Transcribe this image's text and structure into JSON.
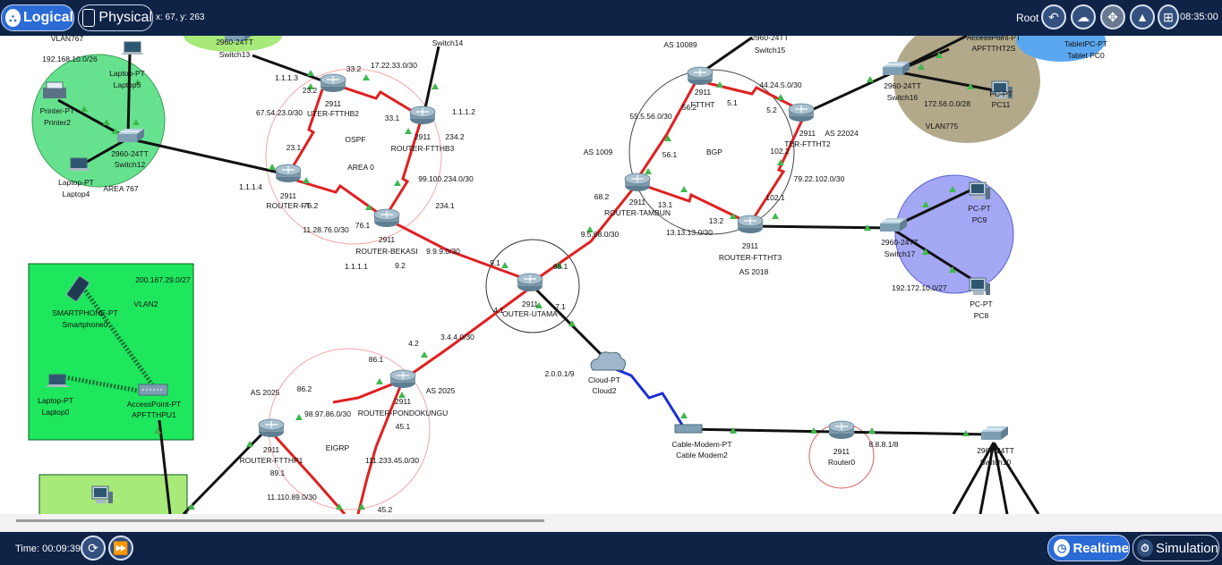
{
  "topbar": {
    "logical_label": "Logical",
    "physical_label": "Physical",
    "coords": "x: 67, y: 263",
    "root_label": "Root",
    "clock": "08:35:00"
  },
  "bottombar": {
    "time_label": "Time: 00:09:39",
    "realtime_label": "Realtime",
    "simulation_label": "Simulation"
  },
  "topology": {
    "devices": [
      {
        "id": "fitb2",
        "model": "2911",
        "name": "UTER-FTTHB2"
      },
      {
        "id": "fitb3",
        "model": "2911",
        "name": "ROUTER-FTTHB3"
      },
      {
        "id": "ft",
        "model": "2911",
        "name": "ROUTER-FT"
      },
      {
        "id": "bekasi",
        "model": "2911",
        "name": "ROUTER-BEKASI"
      },
      {
        "id": "utama",
        "model": "2911",
        "name": "OUTER-UTAMA"
      },
      {
        "id": "tamb",
        "model": "2911",
        "name": "ROUTER-TAMBUN"
      },
      {
        "id": "ftht1",
        "model": "2911",
        "name": "FTTHT"
      },
      {
        "id": "ftht2",
        "model": "2911",
        "name": "TER-FTTHT2"
      },
      {
        "id": "ftht3",
        "model": "2911",
        "name": "ROUTER-FTTHT3"
      },
      {
        "id": "pondok",
        "model": "2911",
        "name": "ROUTER-PONDOKUNGU"
      },
      {
        "id": "ftthp1",
        "model": "2911",
        "name": "ROUTER-FTTHP1"
      },
      {
        "id": "r0",
        "model": "2911",
        "name": "Router0"
      }
    ],
    "switches": [
      {
        "id": "sw12",
        "model": "2960-24TT",
        "name": "Switch12"
      },
      {
        "id": "sw13",
        "model": "2960-24TT",
        "name": "Switch13"
      },
      {
        "id": "sw14",
        "model": "",
        "name": "Switch14"
      },
      {
        "id": "sw15",
        "model": "2960-24TT",
        "name": "Switch15"
      },
      {
        "id": "sw16",
        "model": "2960-24TT",
        "name": "Switch16"
      },
      {
        "id": "sw17",
        "model": "2960-24TT",
        "name": "Switch17"
      },
      {
        "id": "sw10",
        "model": "2960-24TT",
        "name": "Switch10"
      }
    ],
    "endpoints": [
      {
        "id": "lap5",
        "type": "Laptop-PT",
        "name": "Laptop5"
      },
      {
        "id": "prn2",
        "type": "Printer-PT",
        "name": "Printer2"
      },
      {
        "id": "lap4",
        "type": "Laptop-PT",
        "name": "Laptop4"
      },
      {
        "id": "pc11",
        "type": "PC-PT",
        "name": "PC11"
      },
      {
        "id": "tab0",
        "type": "TabletPC-PT",
        "name": "Tablet PC0"
      },
      {
        "id": "ap3",
        "type": "AccessPoint-PT",
        "name": "APFTTHT2S"
      },
      {
        "id": "pc9",
        "type": "PC-PT",
        "name": "PC9"
      },
      {
        "id": "pc8",
        "type": "PC-PT",
        "name": "PC8"
      },
      {
        "id": "sp0",
        "type": "SMARTPHONE-PT",
        "name": "Smartphone0"
      },
      {
        "id": "lap0",
        "type": "Laptop-PT",
        "name": "Laptop0"
      },
      {
        "id": "ap1",
        "type": "AccessPoint-PT",
        "name": "APFTTHPU1"
      },
      {
        "id": "cloud",
        "type": "Cloud-PT",
        "name": "Cloud2"
      },
      {
        "id": "modem",
        "type": "Cable-Modem-PT",
        "name": "Cable Modem2"
      }
    ],
    "areas": [
      {
        "id": "vlan767",
        "text": "VLAN767"
      },
      {
        "id": "net767",
        "text": "192.168.10.0/26"
      },
      {
        "id": "area767",
        "text": "AREA 767"
      },
      {
        "id": "net775",
        "text": "172.56.0.0/28"
      },
      {
        "id": "vlan775",
        "text": "VLAN775"
      },
      {
        "id": "net200",
        "text": "200.167.29.0/27"
      },
      {
        "id": "vlan2",
        "text": "VLAN2"
      },
      {
        "id": "net192",
        "text": "192.172.10.0/27"
      }
    ],
    "labels": [
      {
        "id": "l1",
        "text": "1.1.1.3"
      },
      {
        "id": "l2",
        "text": "33.2"
      },
      {
        "id": "l3",
        "text": "17.22.33.0/30"
      },
      {
        "id": "l4",
        "text": "23.2"
      },
      {
        "id": "l5",
        "text": "33.1"
      },
      {
        "id": "l6",
        "text": "1.1.1.2"
      },
      {
        "id": "l7",
        "text": "67.54.23.0/30"
      },
      {
        "id": "l8",
        "text": "OSPF"
      },
      {
        "id": "l9",
        "text": "234.2"
      },
      {
        "id": "l10",
        "text": "23.1"
      },
      {
        "id": "l11",
        "text": "AREA 0"
      },
      {
        "id": "l12",
        "text": "99.100.234.0/30"
      },
      {
        "id": "l13",
        "text": "1.1.1.4"
      },
      {
        "id": "l14",
        "text": "76.2"
      },
      {
        "id": "l15",
        "text": "234.1"
      },
      {
        "id": "l16",
        "text": "11.28.76.0/30"
      },
      {
        "id": "l17",
        "text": "76.1"
      },
      {
        "id": "l18",
        "text": "9.9.9.0/30"
      },
      {
        "id": "l19",
        "text": "1.1.1.1"
      },
      {
        "id": "l20",
        "text": "9.2"
      },
      {
        "id": "l21",
        "text": "9.1"
      },
      {
        "id": "l22",
        "text": "68.1"
      },
      {
        "id": "l23",
        "text": "4.1"
      },
      {
        "id": "l24",
        "text": "7.1"
      },
      {
        "id": "l25",
        "text": "AS 10089"
      },
      {
        "id": "l26",
        "text": "44.24.5.0/30"
      },
      {
        "id": "l27",
        "text": "56.2"
      },
      {
        "id": "l28",
        "text": "5.1"
      },
      {
        "id": "l29",
        "text": "5.2"
      },
      {
        "id": "l30",
        "text": "AS 22024"
      },
      {
        "id": "l31",
        "text": "55.5.56.0/30"
      },
      {
        "id": "l32",
        "text": "AS 1009"
      },
      {
        "id": "l33",
        "text": "56.1"
      },
      {
        "id": "l34",
        "text": "BGP"
      },
      {
        "id": "l35",
        "text": "102.2"
      },
      {
        "id": "l36",
        "text": "79.22.102.0/30"
      },
      {
        "id": "l37",
        "text": "68.2"
      },
      {
        "id": "l38",
        "text": "13.1"
      },
      {
        "id": "l39",
        "text": "102.1"
      },
      {
        "id": "l40",
        "text": "13.2"
      },
      {
        "id": "l41",
        "text": "9.5.68.0/30"
      },
      {
        "id": "l42",
        "text": "13.13.13.0/30"
      },
      {
        "id": "l43",
        "text": "AS 2018"
      },
      {
        "id": "l44",
        "text": "4.2"
      },
      {
        "id": "l45",
        "text": "3.4.4.0/30"
      },
      {
        "id": "l46",
        "text": "2.0.0.1/9"
      },
      {
        "id": "l47",
        "text": "86.1"
      },
      {
        "id": "l48",
        "text": "AS 2025"
      },
      {
        "id": "l49",
        "text": "86.2"
      },
      {
        "id": "l50",
        "text": "AS 2025"
      },
      {
        "id": "l51",
        "text": "98.97.86.0/30"
      },
      {
        "id": "l52",
        "text": "45.1"
      },
      {
        "id": "l53",
        "text": "EIGRP"
      },
      {
        "id": "l54",
        "text": "111.233.45.0/30"
      },
      {
        "id": "l55",
        "text": "89.1"
      },
      {
        "id": "l56",
        "text": "11.110.89.0/30"
      },
      {
        "id": "l57",
        "text": "45.2"
      },
      {
        "id": "l58",
        "text": "8.8.8.1/8"
      }
    ]
  }
}
